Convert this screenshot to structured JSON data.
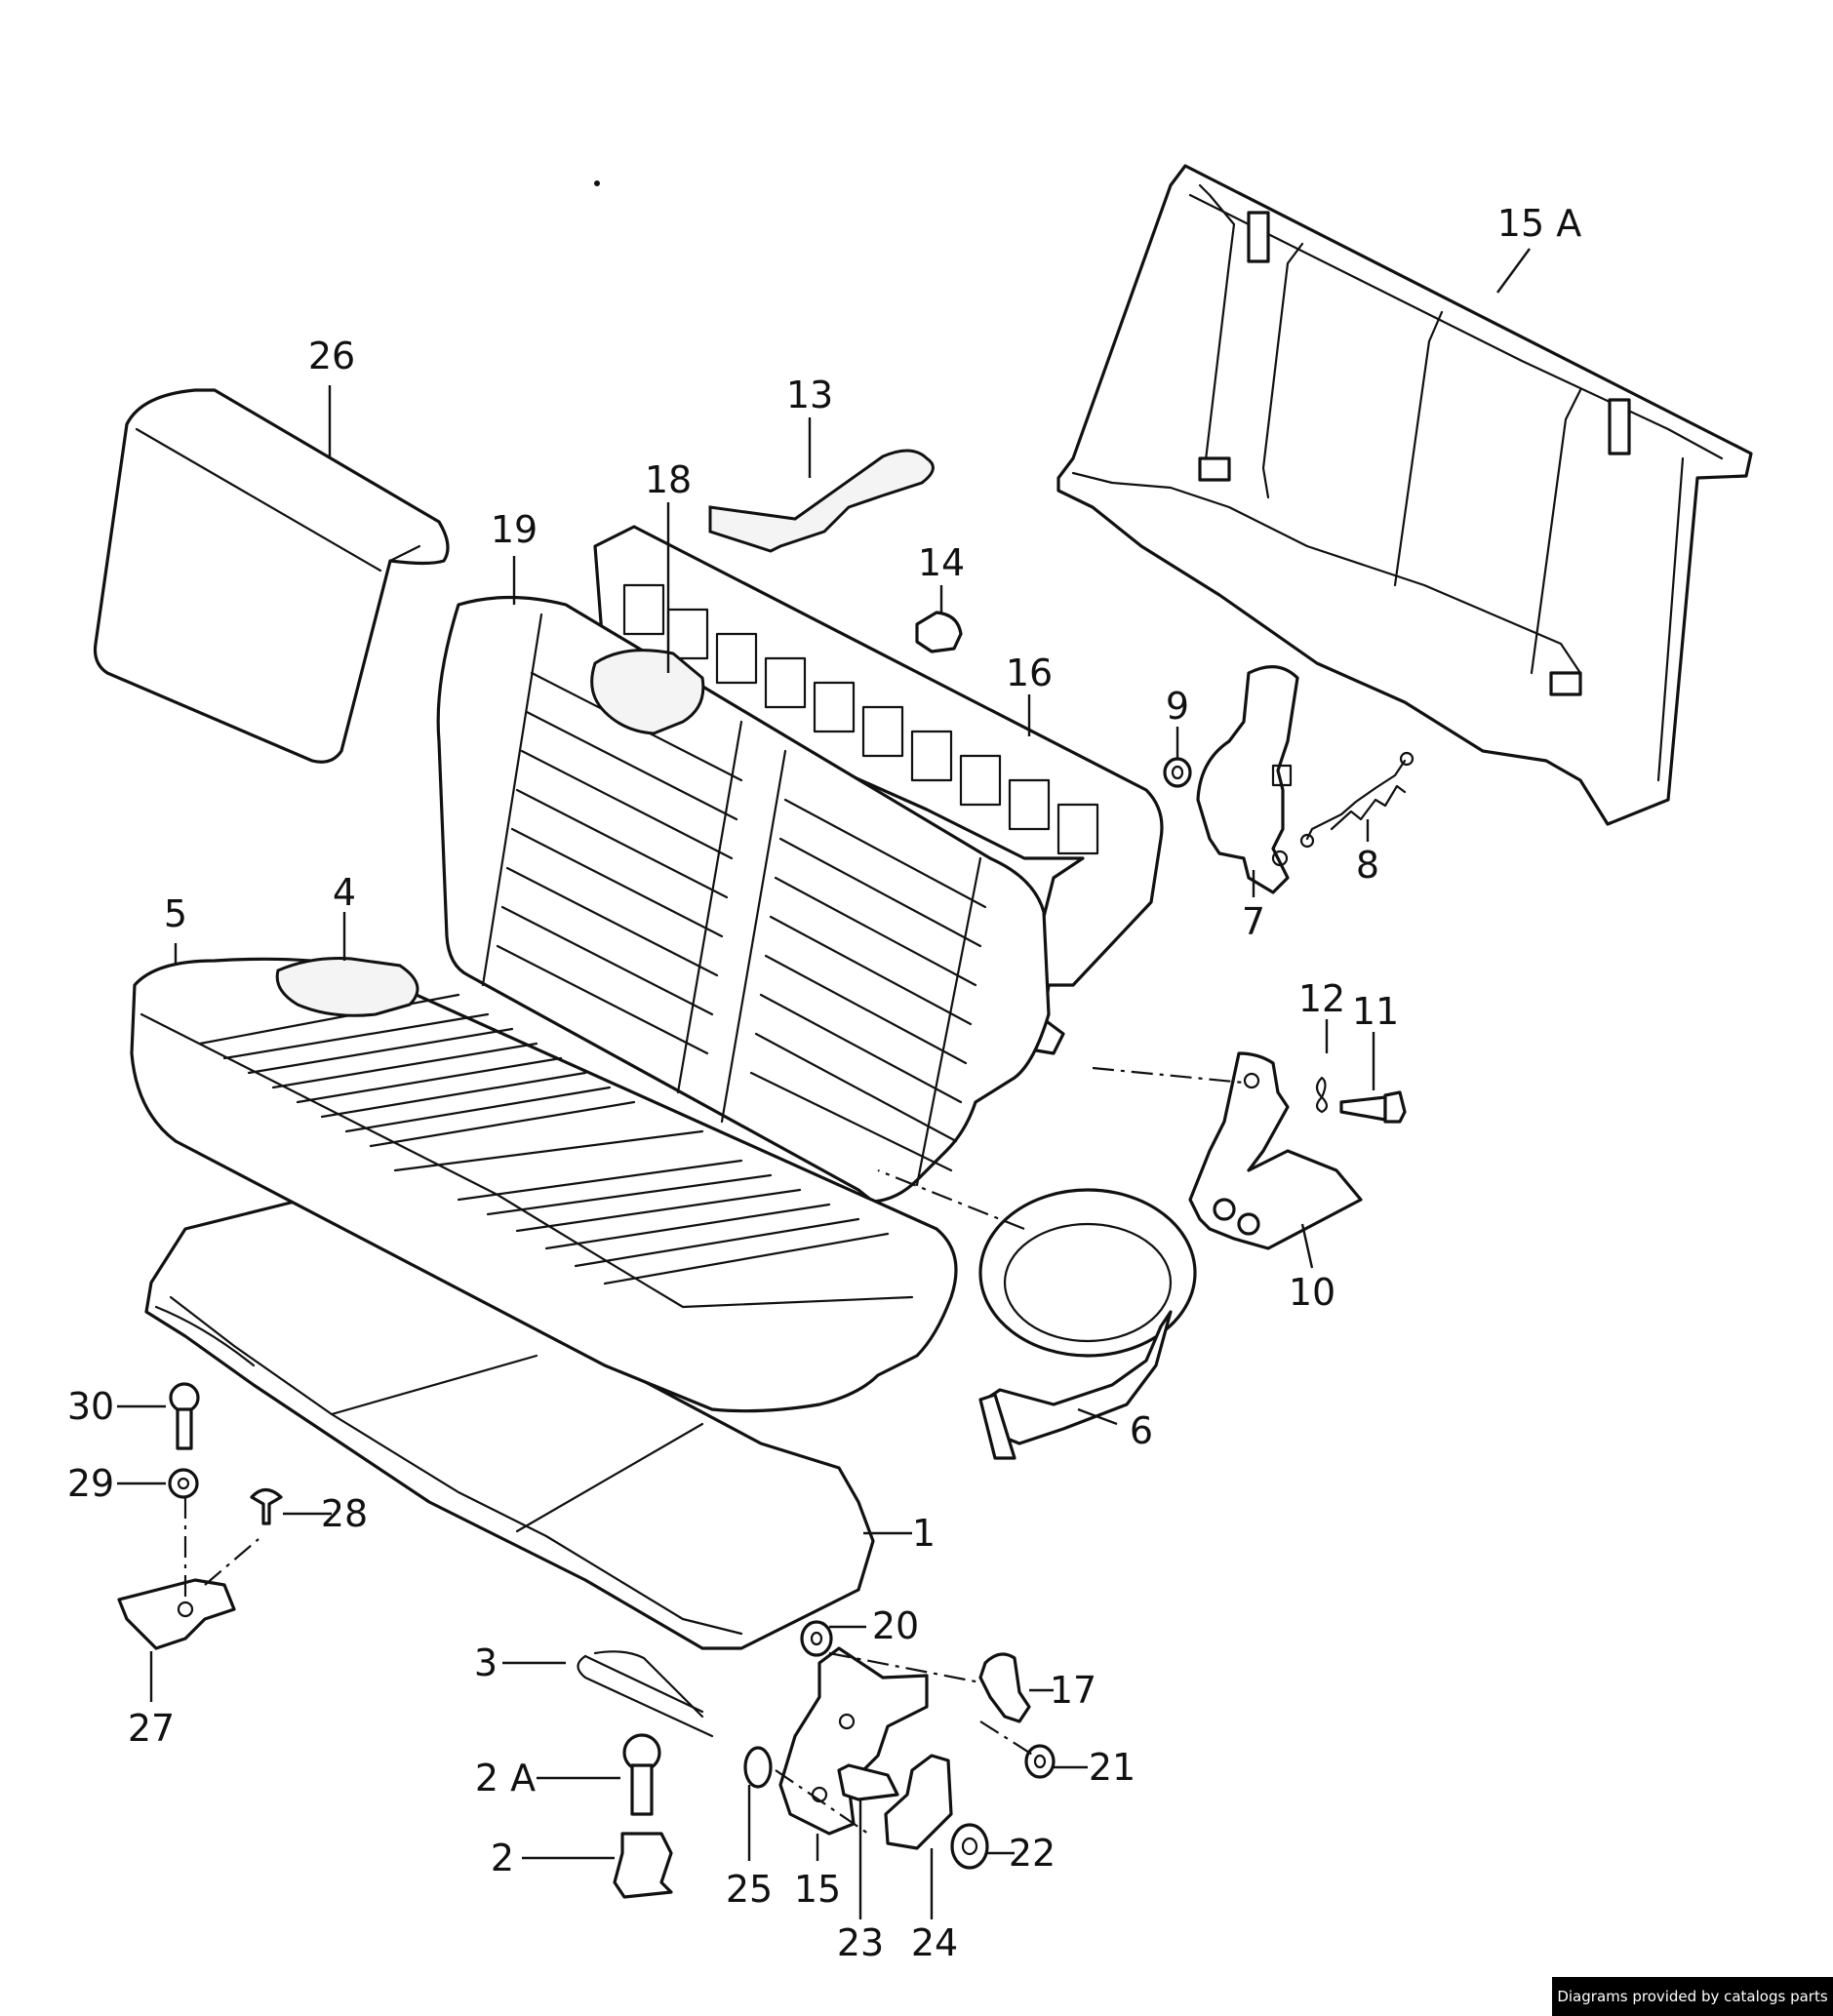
{
  "callouts": {
    "c1": "1",
    "c2": "2",
    "c2a": "2 A",
    "c3": "3",
    "c4": "4",
    "c5": "5",
    "c6": "6",
    "c7": "7",
    "c8": "8",
    "c9": "9",
    "c10": "10",
    "c11": "11",
    "c12": "12",
    "c13": "13",
    "c14": "14",
    "c15": "15",
    "c15a": "15 A",
    "c16": "16",
    "c17": "17",
    "c18": "18",
    "c19": "19",
    "c20": "20",
    "c21": "21",
    "c22": "22",
    "c23": "23",
    "c24": "24",
    "c25": "25",
    "c26": "26",
    "c27": "27",
    "c28": "28",
    "c29": "29",
    "c30": "30"
  },
  "credit": "Diagrams provided by catalogs parts"
}
